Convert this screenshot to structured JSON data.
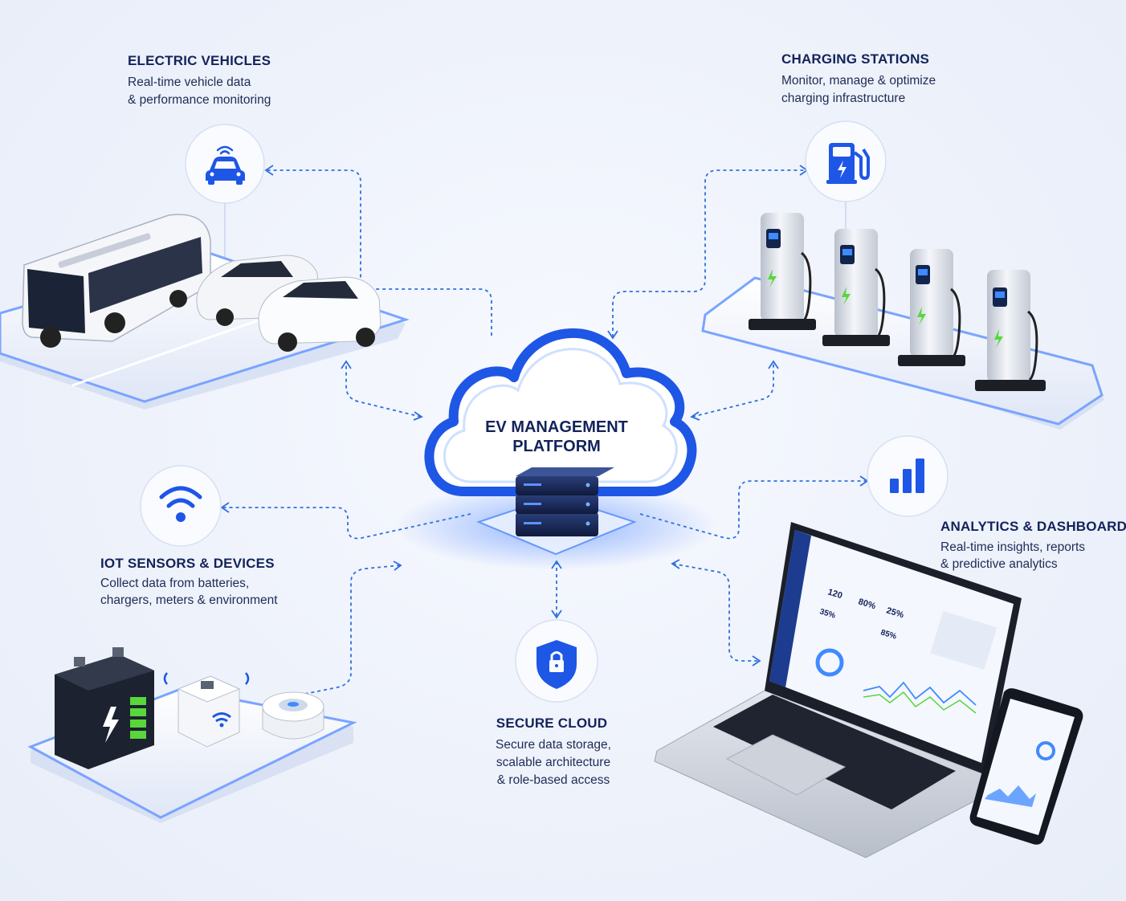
{
  "platform": {
    "title_line1": "EV MANAGEMENT",
    "title_line2": "PLATFORM"
  },
  "nodes": {
    "electric_vehicles": {
      "title": "ELECTRIC VEHICLES",
      "desc_line1": "Real-time vehicle data",
      "desc_line2": "& performance monitoring",
      "icon": "car-wifi-icon"
    },
    "charging_stations": {
      "title": "CHARGING STATIONS",
      "desc_line1": "Monitor, manage & optimize",
      "desc_line2": "charging infrastructure",
      "icon": "fuel-pump-icon"
    },
    "iot_sensors": {
      "title": "IOT SENSORS & DEVICES",
      "desc_line1": "Collect data from batteries,",
      "desc_line2": "chargers, meters & environment",
      "icon": "wifi-icon"
    },
    "analytics": {
      "title": "ANALYTICS & DASHBOARD",
      "desc_line1": "Real-time insights, reports",
      "desc_line2": "& predictive analytics",
      "icon": "bar-chart-icon"
    },
    "secure_cloud": {
      "title": "SECURE CLOUD",
      "desc_line1": "Secure data storage,",
      "desc_line2": "scalable architecture",
      "desc_line3": "& role-based access",
      "icon": "shield-lock-icon"
    }
  },
  "dashboard": {
    "stat1": "120",
    "stat2": "80%",
    "stat3": "25%",
    "stat4": "35%",
    "stat5": "85%"
  },
  "colors": {
    "accent": "#1e56e6",
    "dash": "#2f6fe0",
    "heading": "#13235a",
    "platform_glow": "#3b7bff",
    "battery_green": "#58d63b"
  }
}
